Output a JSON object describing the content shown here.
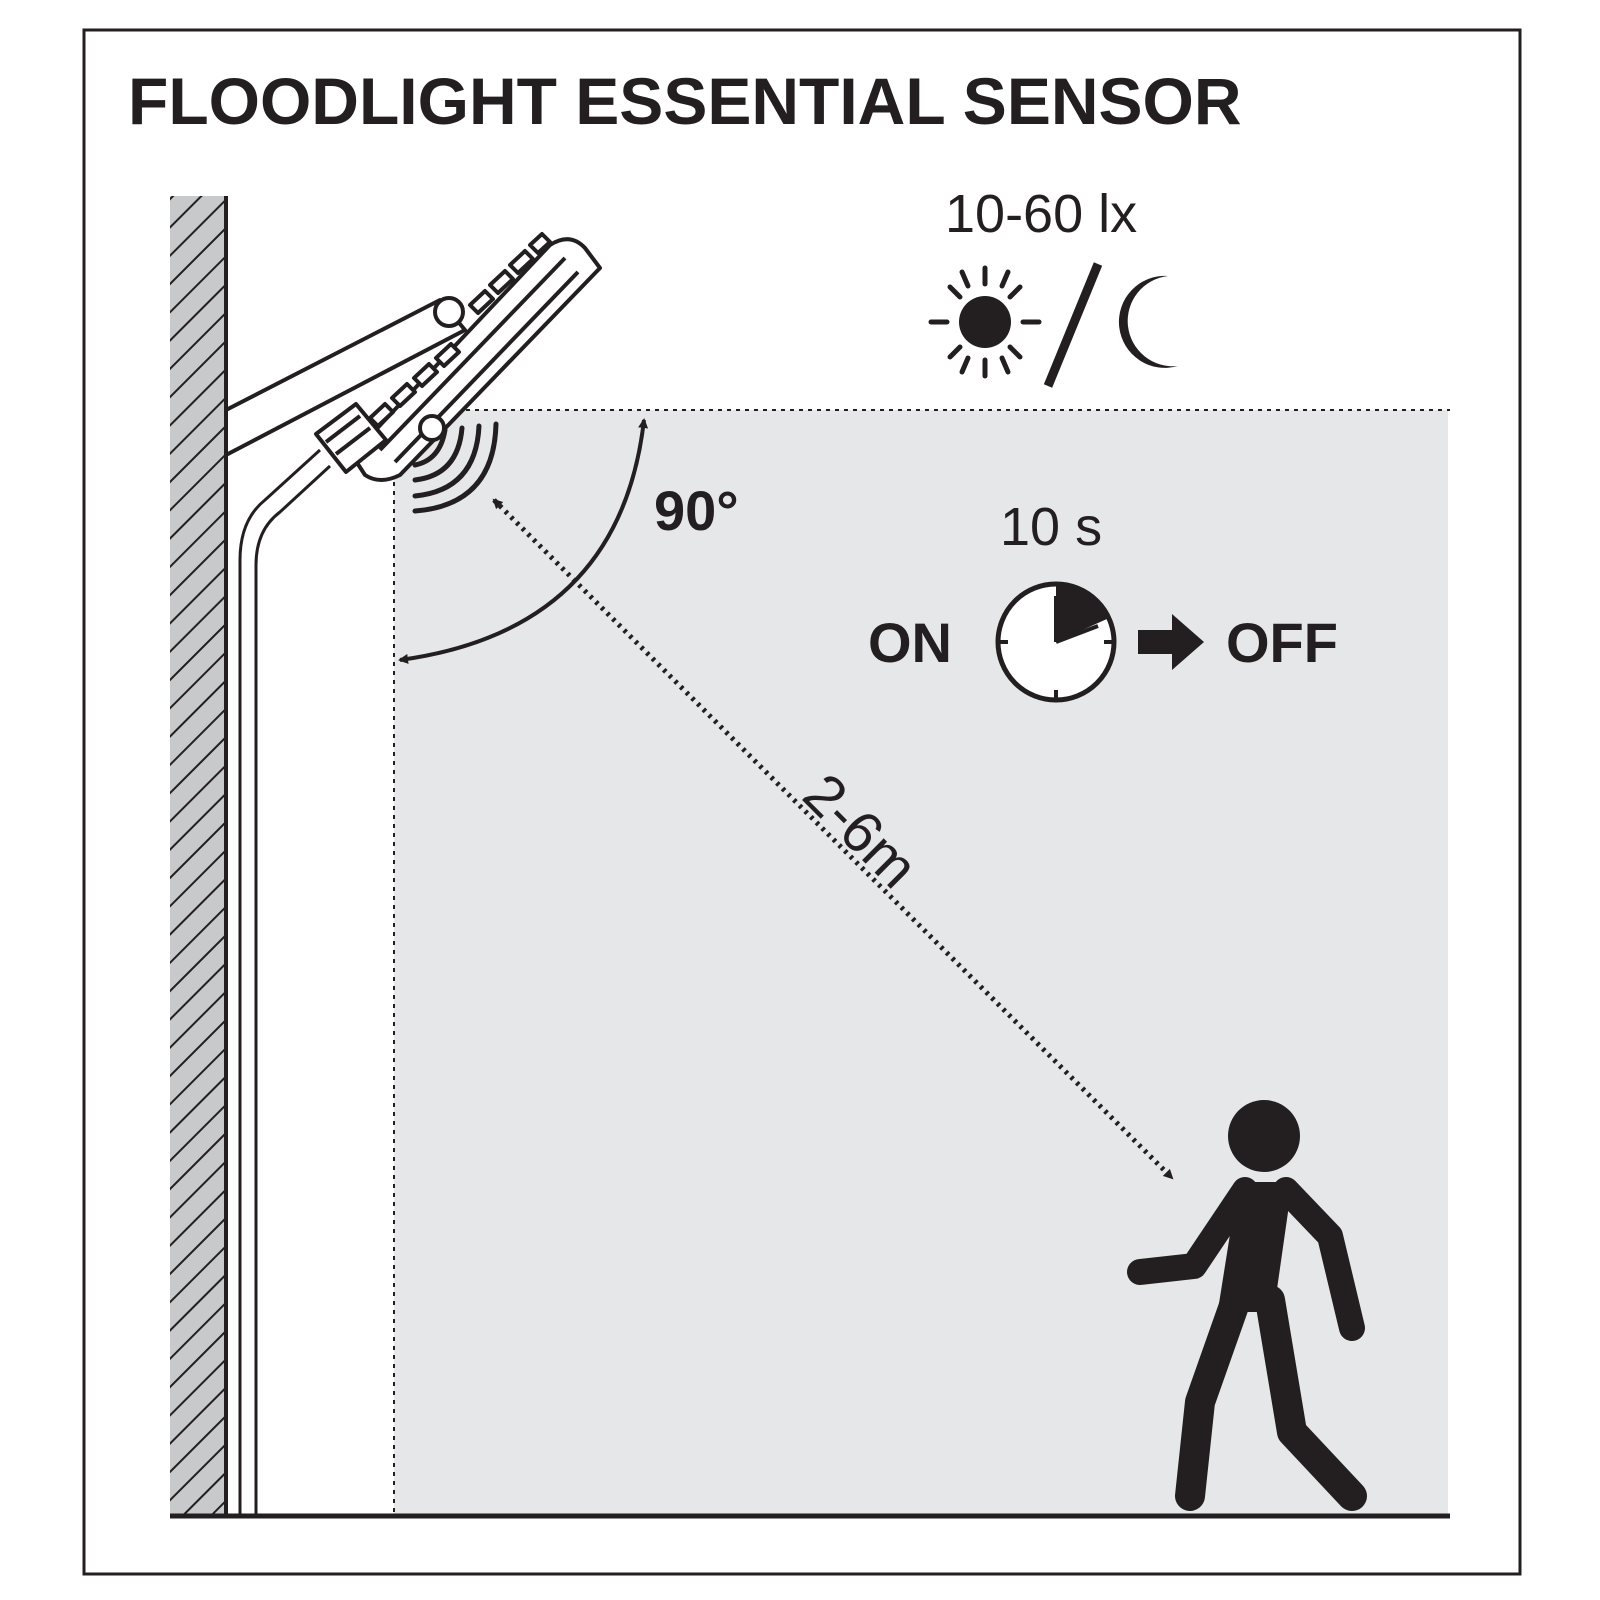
{
  "title": "FLOODLIGHT ESSENTIAL SENSOR",
  "lux_range": "10-60 lx",
  "timer": "10 s",
  "on_label": "ON",
  "off_label": "OFF",
  "angle": "90°",
  "distance": "2-6m",
  "colors": {
    "ink": "#231f20",
    "zone": "#e6e7e8",
    "wall": "#c8c9cb",
    "background": "#ffffff"
  },
  "icons": [
    "sun-icon",
    "moon-icon",
    "clock-icon",
    "arrow-right-icon",
    "person-icon",
    "floodlight-icon",
    "motion-waves-icon"
  ]
}
